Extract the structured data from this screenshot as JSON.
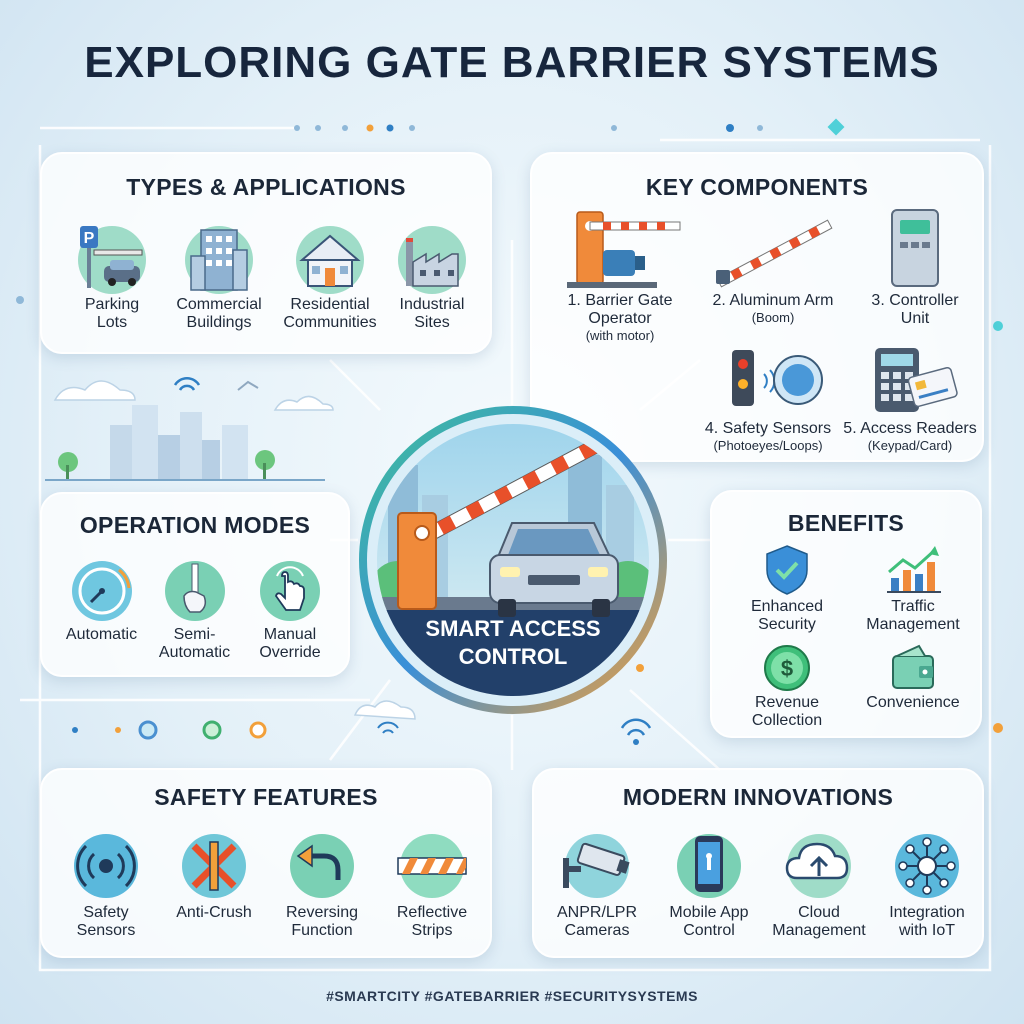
{
  "title": "EXPLORING GATE BARRIER SYSTEMS",
  "types": {
    "title": "TYPES & APPLICATIONS",
    "items": [
      {
        "l1": "Parking",
        "l2": "Lots"
      },
      {
        "l1": "Commercial",
        "l2": "Buildings"
      },
      {
        "l1": "Residential",
        "l2": "Communities"
      },
      {
        "l1": "Industrial",
        "l2": "Sites"
      }
    ]
  },
  "components": {
    "title": "KEY COMPONENTS",
    "items": [
      {
        "l1": "1. Barrier Gate",
        "l2": "Operator",
        "sub": "(with motor)"
      },
      {
        "l1": "2. Aluminum Arm",
        "sub": "(Boom)"
      },
      {
        "l1": "3. Controller",
        "l2": "Unit"
      },
      {
        "l1": "4. Safety Sensors",
        "sub": "(Photoeyes/Loops)"
      },
      {
        "l1": "5. Access Readers",
        "sub": "(Keypad/Card)"
      }
    ]
  },
  "modes": {
    "title": "OPERATION MODES",
    "items": [
      {
        "l1": "Automatic"
      },
      {
        "l1": "Semi-",
        "l2": "Automatic"
      },
      {
        "l1": "Manual",
        "l2": "Override"
      }
    ]
  },
  "benefits": {
    "title": "BENEFITS",
    "items": [
      {
        "l1": "Enhanced",
        "l2": "Security"
      },
      {
        "l1": "Traffic",
        "l2": "Management"
      },
      {
        "l1": "Revenue",
        "l2": "Collection"
      },
      {
        "l1": "Convenience"
      }
    ]
  },
  "center": {
    "l1": "SMART ACCESS",
    "l2": "CONTROL"
  },
  "safety": {
    "title": "SAFETY FEATURES",
    "items": [
      {
        "l1": "Safety",
        "l2": "Sensors"
      },
      {
        "l1": "Anti-Crush"
      },
      {
        "l1": "Reversing",
        "l2": "Function"
      },
      {
        "l1": "Reflective",
        "l2": "Strips"
      }
    ]
  },
  "innovations": {
    "title": "MODERN INNOVATIONS",
    "items": [
      {
        "l1": "ANPR/LPR",
        "l2": "Cameras"
      },
      {
        "l1": "Mobile App",
        "l2": "Control"
      },
      {
        "l1": "Cloud",
        "l2": "Management"
      },
      {
        "l1": "Integration",
        "l2": "with IoT"
      }
    ]
  },
  "hashtags": "#SMARTCITY #GATEBARRIER #SECURITYSYSTEMS",
  "colors": {
    "accent_orange": "#f28a2e",
    "accent_blue": "#2f7fc4",
    "accent_green": "#5bbf8a",
    "text_dark": "#17263d"
  }
}
